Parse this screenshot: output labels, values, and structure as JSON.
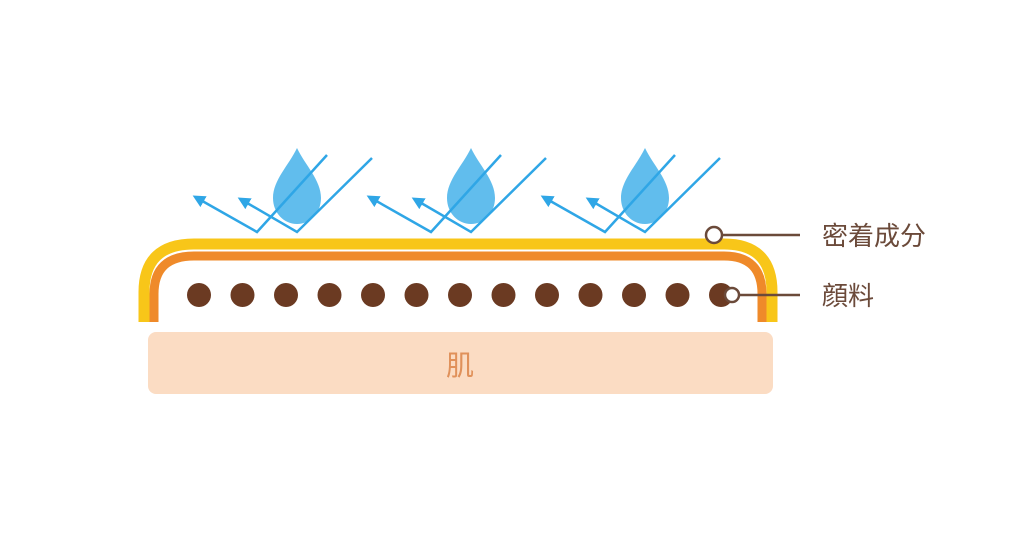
{
  "labels": {
    "coating": "密着成分",
    "pigment": "顔料",
    "skin": "肌"
  },
  "colors": {
    "outer_coating": "#f8c619",
    "inner_coating": "#ef8a2a",
    "pigment_dot": "#6b3a22",
    "skin": "#fbdcc3",
    "skin_text": "#e0915a",
    "water": "#59b9ec",
    "arrow": "#2fa6e6",
    "leader_line": "#6b4a3a"
  },
  "icons": {
    "water_drop": "water-drop-icon",
    "reflection_arrow": "reflection-arrow-icon"
  },
  "pigment_count": 13,
  "drop_count": 3
}
